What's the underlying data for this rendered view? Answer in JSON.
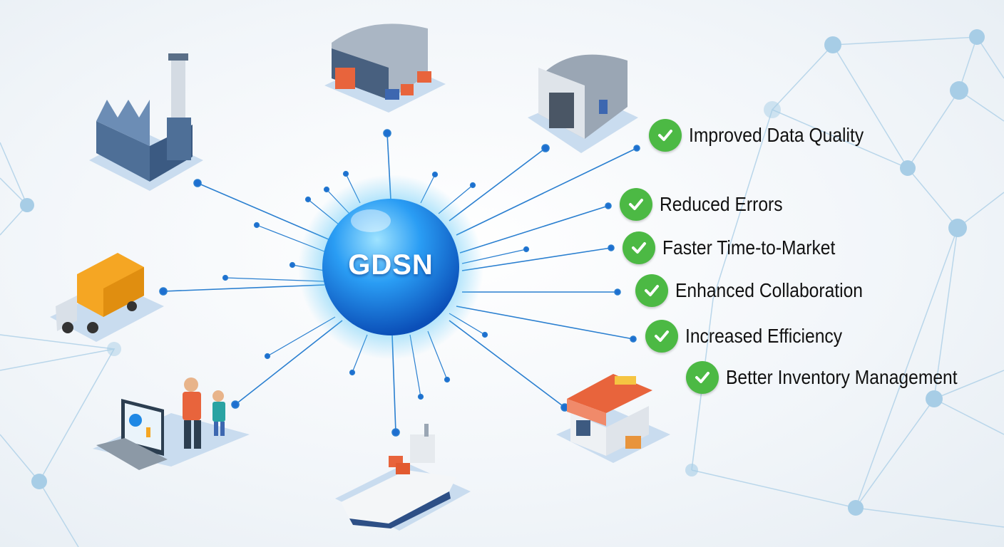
{
  "hub": {
    "label": "GDSN",
    "color": "#1e88e5"
  },
  "nodes": [
    "factory",
    "warehouse",
    "distribution-center",
    "truck",
    "people-with-laptop",
    "cargo-ship",
    "retail-store"
  ],
  "benefits": [
    {
      "label": "Improved Data Quality",
      "icon": "check-icon"
    },
    {
      "label": "Reduced Errors",
      "icon": "check-icon"
    },
    {
      "label": "Faster Time-to-Market",
      "icon": "check-icon"
    },
    {
      "label": "Enhanced Collaboration",
      "icon": "check-icon"
    },
    {
      "label": "Increased Efficiency",
      "icon": "check-icon"
    },
    {
      "label": "Better Inventory Management",
      "icon": "check-icon"
    }
  ],
  "colors": {
    "check": "#4cb944",
    "line": "#2a7fd0",
    "network": "#a9cde6"
  }
}
